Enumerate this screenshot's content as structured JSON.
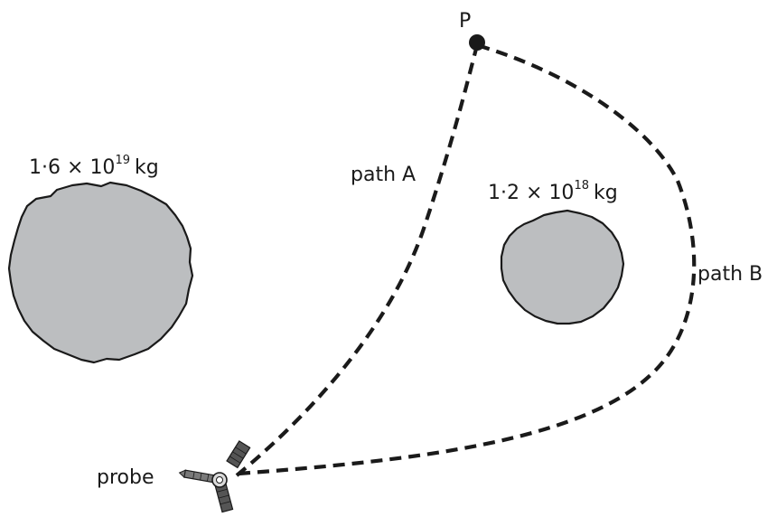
{
  "labels": {
    "point": "P",
    "path_a": "path A",
    "path_b": "path B",
    "probe": "probe"
  },
  "large_asteroid": {
    "mass_mantissa": "1·6",
    "times": "×",
    "base": "10",
    "exponent": "19",
    "unit": "kg"
  },
  "small_asteroid": {
    "mass_mantissa": "1·2",
    "times": "×",
    "base": "10",
    "exponent": "18",
    "unit": "kg"
  },
  "colors": {
    "asteroid_fill": "#bcbec0",
    "ink": "#1a1a1a"
  }
}
